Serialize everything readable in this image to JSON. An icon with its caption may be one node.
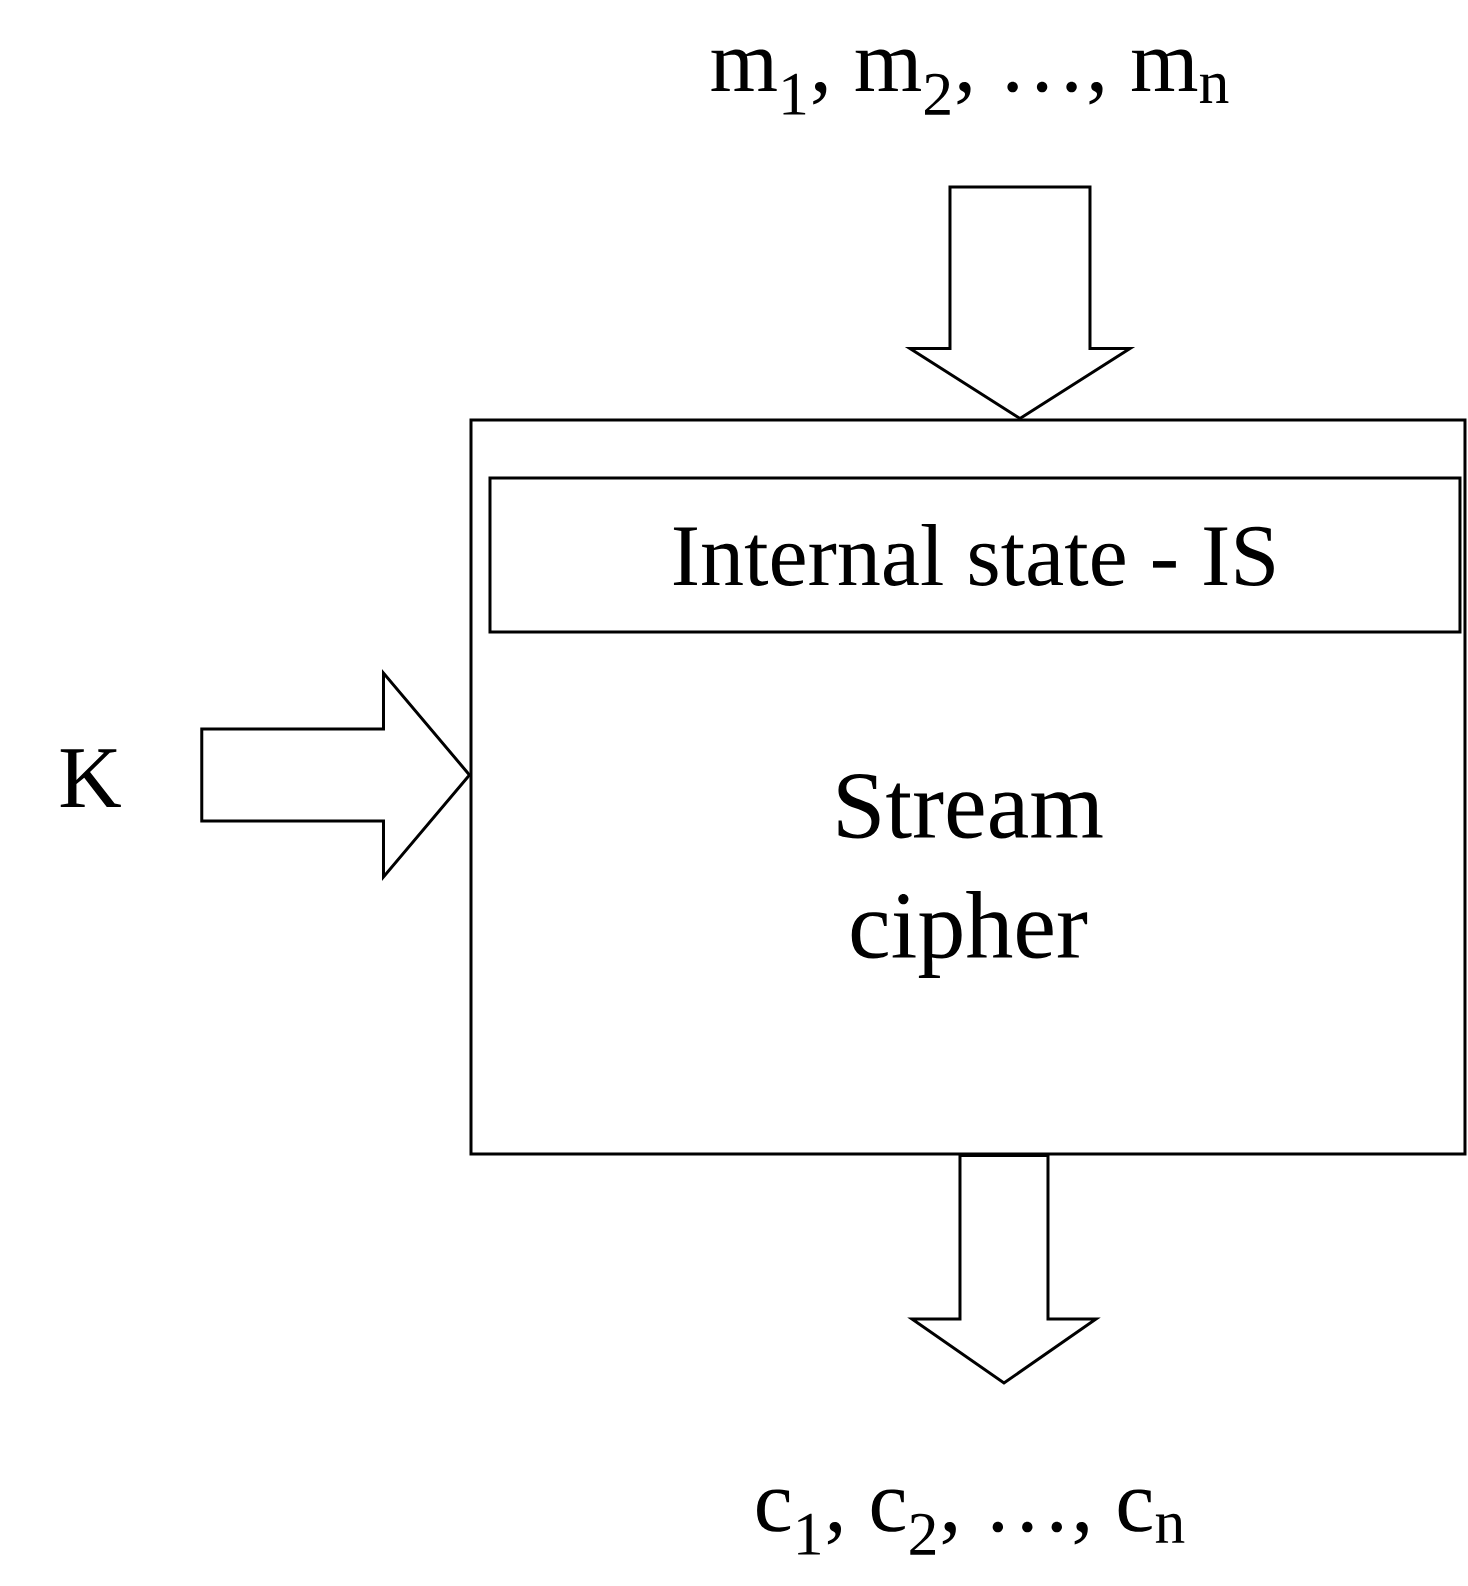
{
  "diagram": {
    "nodes": [
      {
        "text": [
          "Stream cipher"
        ]
      },
      {
        "text": [
          "Internal state - IS"
        ],
        "in": 0
      },
      {
        "text": [
          "m$_{1}$, m$_{2}$, …, m$_{n}$"
        ]
      },
      {
        "text": [
          "K"
        ]
      },
      {
        "text": [
          "c$_{1}$, c$_{2}$, …, c$_{n}$"
        ]
      }
    ],
    "edges": [
      {
        "from": 2,
        "to": 0,
        "arrow": "to"
      },
      {
        "from": 3,
        "to": 0,
        "arrow": "to"
      },
      {
        "from": 0,
        "to": 4,
        "arrow": "to"
      }
    ]
  }
}
